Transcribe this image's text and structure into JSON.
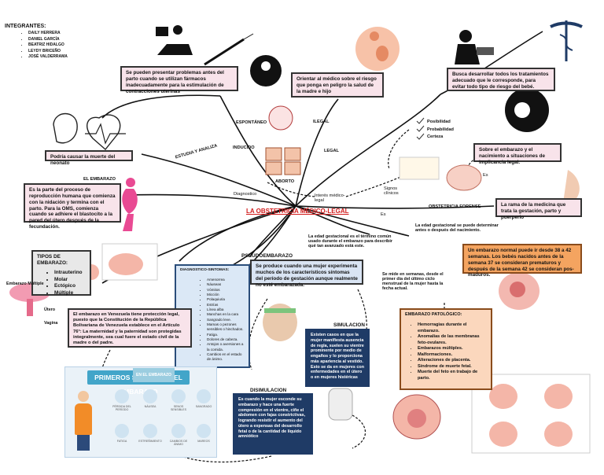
{
  "center_title": "LA OBSTETRICIA MÉDICO-LEGAL",
  "integrantes": {
    "title": "INTEGRANTES:",
    "members": [
      "DAILY HERRERA",
      "DANIEL GARCÍA",
      "BEATRIZ HIDALGO",
      "LEYDY BRICEÑO",
      "JOSÉ VALDERRAMA"
    ]
  },
  "boxes": {
    "farmacos": "Se pueden presentar problemas antes del parto cuando se utilizan fármacos inadecuadamente para la estimulación de contracciones uterinas",
    "orientar": "Orientar al médico sobre el riesgo que ponga en peligro la salud de la madre e hijo",
    "tratamientos": "Busca desarrollar todos los tratamientos adecuado que le corresponde, para evitar todo tipo de riesgo del bebé.",
    "muerte_neonato": "Podría causar la muerte del neonato",
    "sobre_embarazo": "Sobre el embarazo y el nacimiento a situaciones de implicancia legal.",
    "rama": "La rama de la medicina que trata la gestación, parto y puerperio",
    "embarazo_def": "Es la parte del proceso de reproducción humana que comienza con la nidación y termina con el parto. Para la OMS, comienza cuando se adhiere el blastocito a la pared del útero después de la fecundación.",
    "edad_gestacional_det": "La edad gestacional se puede determinar antes o después del nacimiento.",
    "edad_gestacional_def": "La edad gestacional es el término común usado durante el embarazo para describir qué tan avanzado está este.",
    "embarazo_normal": "Un embarazo normal puede ir desde 38 a 42 semanas. Los bebés nacidos antes de la semana 37 se consideran prematuros y después de la semana 42 se consideran pos-maduros.",
    "semanas": "Se mide en semanas, desde el primer día del último ciclo menstrual de la mujer hasta la fecha actual.",
    "venezuela": "El embarazo en Venezuela tiene protección legal, puesto que la Constitución de la República Bolivariana de Venezuela establece en el Artículo 76°: La maternidad y la paternidad son protegidas integralmente, sea cual fuere el estado civil de la madre o del padre.",
    "pseudo": "Se produce cuando una mujer experimenta muchos de los característicos síntomas del período de gestación aunque realmente no esté embarazada.",
    "simulacion": "Existen casos en que la mujer manifiesta ausencia de regla, suelen su vientre prominente por medio de engaños y lo proporciona más apariencia al vestido. Esto se da en mujeres con enfermedades en el útero o en mujeres histéricas",
    "disimulacion": "Es cuando la mujer esconde su embarazo y hace una fuerte compresión en el vientre, ciñe el abdomen con fajas constrictivas, logrando resistir el aumento del útero a expensas del desarrollo fetal o de la cantidad de líquido amniótico"
  },
  "tipos": {
    "title": "TIPOS DE EMBARAZO:",
    "items": [
      "Intrauterino",
      "Molar",
      "Ectópico",
      "Múltiple"
    ]
  },
  "diagnostico": {
    "title": "DIAGNOSTICO-SINTOMAS:",
    "items": [
      "Amenorrea",
      "Náuseas",
      "Vómitos",
      "Micción",
      "Polaquiuria",
      "Estrías",
      "Línea alba",
      "Manchas en la cara",
      "Sangrado leve.",
      "Mamas o pezones sensibles o hinchados.",
      "Fatiga.",
      "Dolores de cabeza.",
      "Antojos o aversiones a la comida.",
      "Cambios en el estado de ánimo."
    ]
  },
  "patologico": {
    "title": "EMBARAZO PATOLÓGICO:",
    "items": [
      "Hemorragias durante el embarazo.",
      "Anomalías de las membranas feto-ovulares.",
      "Embarazos múltiples.",
      "Malformaciones.",
      "Alteraciones de placenta.",
      "Síndrome de muerte fetal.",
      "Muerte del feto en trabajo de parto."
    ]
  },
  "signos": {
    "items": [
      "Posibilidad",
      "Probabilidad",
      "Certeza"
    ]
  },
  "labels": {
    "el_embarazo": "EL EMBARAZO",
    "pseudoembarazo": "PSEUDOEMBARAZO",
    "simulacion": "SIMULACION",
    "disimulacion": "DISIMULACION",
    "espontaneo": "ESPONTÁNEO",
    "ilegal": "ILEGAL",
    "inducido": "INDUCIDO",
    "legal": "LEGAL",
    "aborto": "ABORTO",
    "diagnostico": "Diagnostico",
    "interes": "Interés médico-legal",
    "signos_clinicos": "Signos clínicos",
    "estudia": "ESTUDIA Y ANALIZA",
    "es1": "Es",
    "es2": "Es",
    "obstetricia_forense": "OBSTETRICIA FORENSE",
    "embarazo_multiple": "Embarazo Múltiple",
    "utero": "Útero",
    "vagina": "Vagina"
  },
  "sintomas_card": {
    "subtitle": "EN EL EMBARAZO",
    "title": "PRIMEROS SÍNTOMAS DEL EMBARAZO",
    "items": [
      "PÉRDIDA DEL PERÍODO",
      "NÁUSEA",
      "SENOS SENSIBLES",
      "SANGRADO",
      "FATIGA",
      "ESTREÑIMIENTO",
      "CAMBIOS DE ÁNIMO",
      "MAREOS"
    ]
  },
  "colors": {
    "center_title": "#d11c1c",
    "pink_box": "#f8e3ea",
    "navy_box": "#1f3b66",
    "peach_box": "#fbd7bd",
    "orange_box": "#f4a460",
    "light_blue_box": "#dbe8f6",
    "card_header": "#42a5c9"
  }
}
